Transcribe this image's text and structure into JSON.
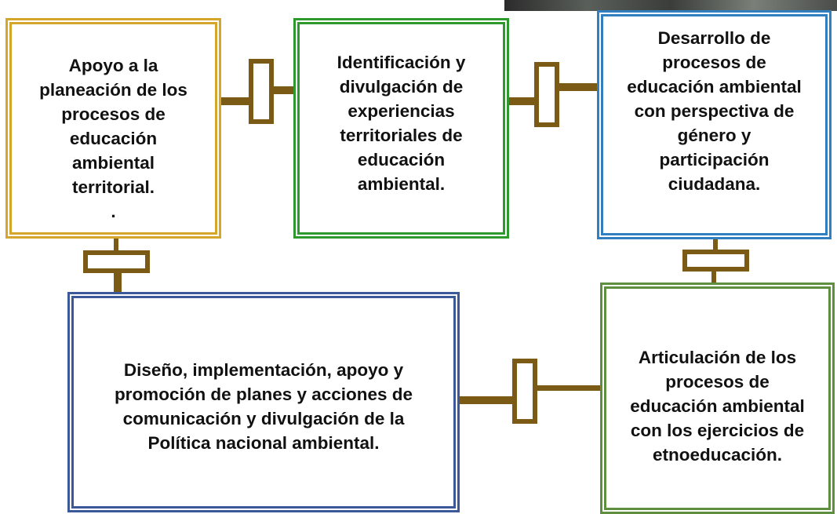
{
  "colors": {
    "connector": "#7a5a14",
    "box1_border": "#d4a72c",
    "box2_border": "#2e9a2e",
    "box3_border": "#2f7fc1",
    "box4_border": "#3b5998",
    "box5_border": "#5e8f3e"
  },
  "boxes": {
    "box1": {
      "lines": [
        "Apoyo a la",
        "planeación de los",
        "procesos de",
        "educación",
        "ambiental",
        "territorial.",
        "."
      ]
    },
    "box2": {
      "lines": [
        "Identificación y",
        "divulgación de",
        "experiencias",
        "territoriales de",
        "educación",
        "ambiental."
      ]
    },
    "box3": {
      "lines": [
        "Desarrollo de",
        "procesos de",
        "educación ambiental",
        "con perspectiva de",
        "género y",
        "participación",
        "ciudadana."
      ]
    },
    "box4": {
      "lines": [
        "Diseño, implementación, apoyo y",
        "promoción de planes y acciones de",
        "comunicación y divulgación de la",
        "Política nacional ambiental."
      ]
    },
    "box5": {
      "lines": [
        "Articulación de los",
        "procesos de",
        "educación ambiental",
        "con los ejercicios de",
        "etnoeducación."
      ]
    }
  }
}
